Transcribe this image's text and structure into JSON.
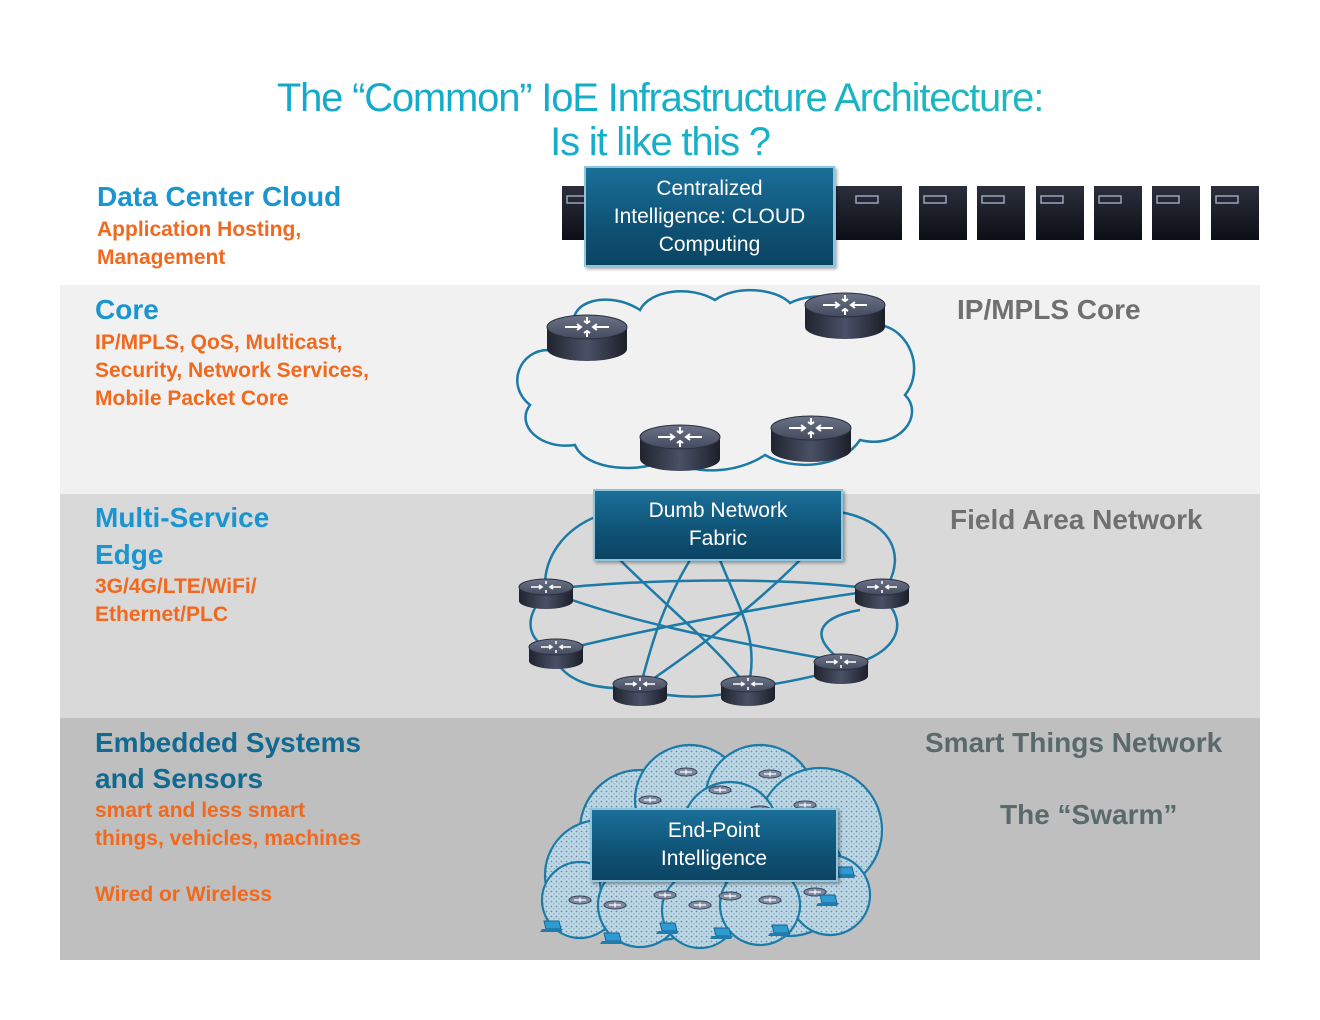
{
  "title": {
    "line1": "The “Common” IoE Infrastructure Architecture:",
    "line2": "Is it like this ?"
  },
  "layers": {
    "cloud": {
      "title": "Data Center Cloud",
      "desc": [
        "Application Hosting,",
        "Management"
      ],
      "callout": "Centralized\nIntelligence: CLOUD\nComputing"
    },
    "core": {
      "title": "Core",
      "desc": [
        "IP/MPLS, QoS, Multicast,",
        "Security, Network Services,",
        "Mobile Packet Core"
      ],
      "right_label": "IP/MPLS Core"
    },
    "edge": {
      "title": [
        "Multi-Service",
        "Edge"
      ],
      "desc": [
        "3G/4G/LTE/WiFi/",
        "Ethernet/PLC"
      ],
      "right_label": "Field Area Network",
      "callout": "Dumb Network\nFabric"
    },
    "embedded": {
      "title": [
        "Embedded Systems",
        "and Sensors"
      ],
      "desc": [
        "smart and less smart",
        "things, vehicles, machines"
      ],
      "desc2": "Wired or Wireless",
      "right_label": "Smart Things Network",
      "right_label2": "The “Swarm”",
      "callout": "End-Point\nIntelligence"
    }
  },
  "colors": {
    "title_accent": "#16b0c9",
    "heading": "#1a95d0",
    "desc": "#f0691e",
    "callout_bg": "#0f5275",
    "router": "#3c4257",
    "link": "#1b7aa6"
  }
}
